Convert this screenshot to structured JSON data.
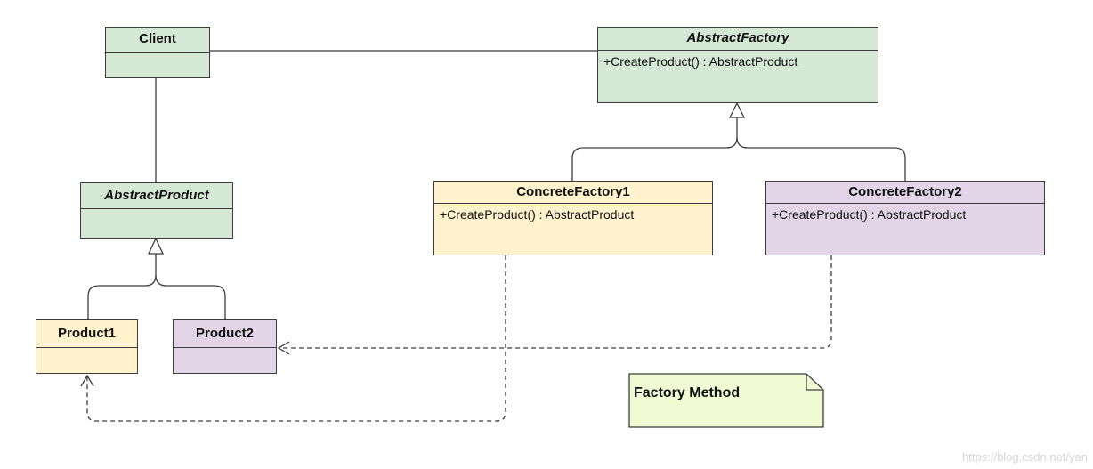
{
  "colors": {
    "green_fill": "#d5e8d4",
    "yellow_fill": "#fff2cc",
    "purple_fill": "#e1d5e7",
    "note_fill": "#f0fbd3",
    "stroke": "#3c3c3c"
  },
  "classes": {
    "client": {
      "name": "Client"
    },
    "abstract_factory": {
      "name": "AbstractFactory",
      "method": "+CreateProduct() : AbstractProduct"
    },
    "abstract_product": {
      "name": "AbstractProduct"
    },
    "concrete_factory1": {
      "name": "ConcreteFactory1",
      "method": "+CreateProduct() : AbstractProduct"
    },
    "concrete_factory2": {
      "name": "ConcreteFactory2",
      "method": "+CreateProduct() : AbstractProduct"
    },
    "product1": {
      "name": "Product1"
    },
    "product2": {
      "name": "Product2"
    }
  },
  "note": {
    "text": "Factory Method"
  },
  "watermark": "https://blog.csdn.net/yan"
}
